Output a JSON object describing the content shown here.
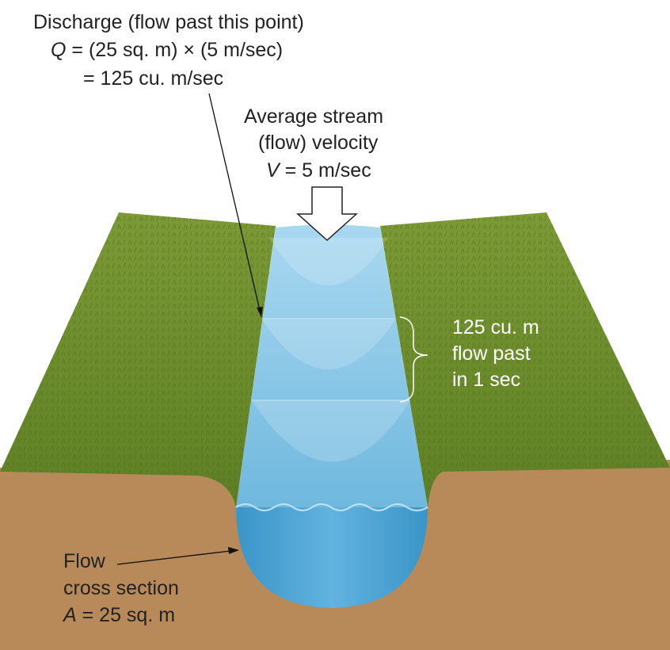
{
  "discharge": {
    "title": "Discharge (flow past this point)",
    "formula_var": "Q",
    "formula": " = (25 sq. m) × (5 m/sec)",
    "result": "= 125 cu. m/sec"
  },
  "velocity": {
    "line1": "Average stream",
    "line2": "(flow) velocity",
    "var": "V",
    "value": " = 5 m/sec"
  },
  "volume": {
    "line1": "125 cu. m",
    "line2": "flow past",
    "line3": "in 1 sec"
  },
  "cross_section": {
    "line1": "Flow",
    "line2": "cross section",
    "var": "A",
    "value": " = 25 sq. m"
  },
  "colors": {
    "grass": "#6f8f2e",
    "dirt": "#b88a5a",
    "water": "#6fb8de",
    "water_dark": "#3d97c9"
  }
}
